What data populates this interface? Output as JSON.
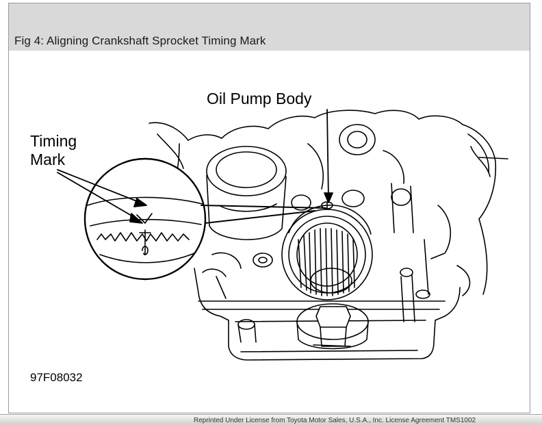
{
  "figure": {
    "caption": "Fig 4: Aligning Crankshaft Sprocket Timing Mark",
    "labels": {
      "oil_pump": "Oil Pump Body",
      "timing_line1": "Timing",
      "timing_line2": "Mark",
      "figure_id": "97F08032"
    }
  },
  "footer": {
    "credit": "Reprinted Under License from Toyota Motor Sales, U.S.A., Inc. License Agreement TMS1002"
  },
  "colors": {
    "caption_bar": "#d9d9d9",
    "line": "#000000"
  }
}
